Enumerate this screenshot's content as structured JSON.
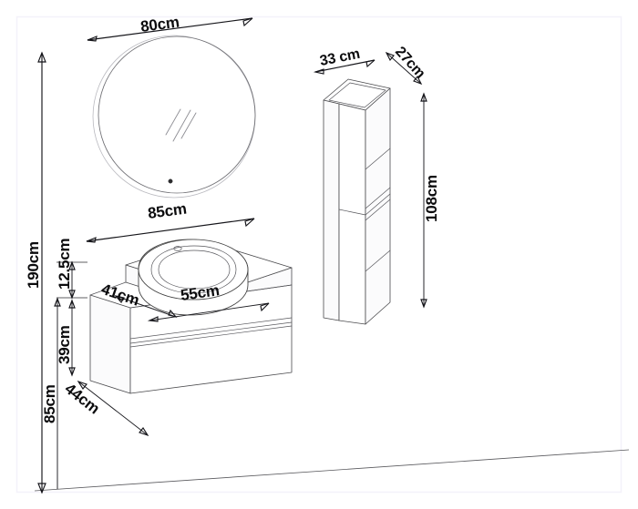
{
  "drawing": {
    "title": "Bathroom Furniture Set Dimension Drawing",
    "units": "cm",
    "background_color": "#ffffff",
    "line_color": "#3b3b3b",
    "label_color": "#0b0b0d",
    "border_color": "#f4f2fa"
  },
  "dimensions": {
    "overall_height": "190cm",
    "floor_to_vanity_bottom": "85cm",
    "mirror_diameter": "80cm",
    "vanity_width": "85cm",
    "vanity_body_height": "39cm",
    "countertop_thickness": "12.5cm",
    "countertop_depth": "41cm",
    "basin_width": "55cm",
    "vanity_depth": "44cm",
    "cabinet_width": "33 cm",
    "cabinet_depth": "27cm",
    "cabinet_height": "108cm"
  },
  "items": {
    "mirror": {
      "name": "Round LED Mirror",
      "label": "80cm"
    },
    "vanity": {
      "name": "Wall Hung Vanity Unit with Basin",
      "width_label": "85cm",
      "depth_label": "44cm",
      "top_depth_label": "41cm",
      "basin_label": "55cm",
      "body_height_label": "39cm",
      "top_thickness_label": "12.5cm",
      "drawer_count": 2
    },
    "tall_cabinet": {
      "name": "Tall Side Cabinet",
      "width_label": "33 cm",
      "depth_label": "27cm",
      "height_label": "108cm",
      "door_count": 2
    }
  },
  "annotations": {
    "height_total": "190cm",
    "height_floor": "85cm"
  }
}
